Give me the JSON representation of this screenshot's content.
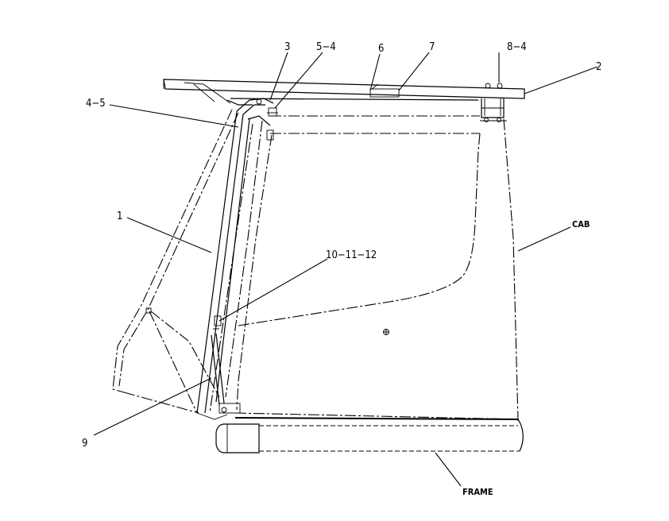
{
  "callouts": {
    "c1": "1",
    "c2": "2",
    "c3": "3",
    "c4_5": "4−5",
    "c5_4": "5−4",
    "c6": "6",
    "c7": "7",
    "c8_4": "8−4",
    "c9": "9",
    "c10_11_12": "10−11−12",
    "cab": "CAB",
    "frame": "FRAME"
  }
}
